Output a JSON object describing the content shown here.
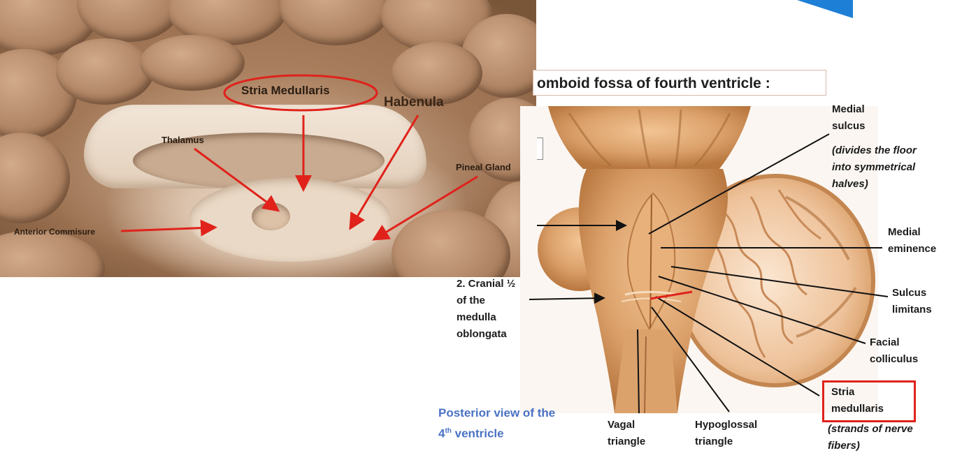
{
  "photo": {
    "labels": {
      "stria_medullaris": "Stria Medullaris",
      "habenula": "Habenula",
      "thalamus": "Thalamus",
      "pineal_gland": "Pineal Gland",
      "anterior_commisure": "Anterior Commisure"
    }
  },
  "diagram": {
    "title": "omboid fossa of fourth ventricle :",
    "labels": {
      "medial_sulcus_1": "Medial",
      "medial_sulcus_2": "sulcus",
      "medial_sulcus_note_1": "(divides the floor",
      "medial_sulcus_note_2": "into symmetrical",
      "medial_sulcus_note_3": "halves)",
      "medial_eminence_1": "Medial",
      "medial_eminence_2": "eminence",
      "sulcus_limitans_1": "Sulcus",
      "sulcus_limitans_2": "limitans",
      "facial_colliculus_1": "Facial",
      "facial_colliculus_2": "colliculus",
      "stria_medullaris_1": "Stria",
      "stria_medullaris_2": "medullaris",
      "stria_note_1": "(strands of nerve",
      "stria_note_2": "fibers)",
      "cranial_1": "2. Cranial ½",
      "cranial_2": "of the",
      "cranial_3": "medulla",
      "cranial_4": "oblongata",
      "vagal_1": "Vagal",
      "vagal_2": "triangle",
      "hypoglossal_1": "Hypoglossal",
      "hypoglossal_2": "triangle"
    },
    "caption_main": "Posterior view of the",
    "caption_num": "4",
    "caption_sup": "th",
    "caption_tail": " ventricle"
  },
  "colors": {
    "accent_red": "#e0221b",
    "caption_blue": "#4a72c4",
    "flag_blue": "#1e7fd6"
  }
}
